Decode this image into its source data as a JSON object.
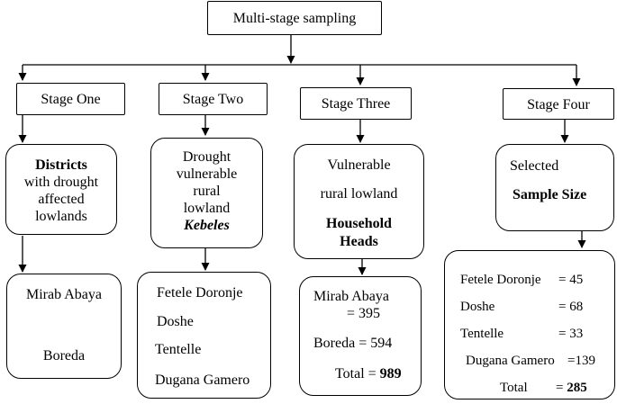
{
  "title": "Multi-stage sampling",
  "stages": [
    {
      "label": "Stage One",
      "detail_lines": [
        "Districts",
        "with drought",
        "affected",
        "lowlands"
      ],
      "result_lines": [
        "Mirab Abaya",
        "Boreda"
      ]
    },
    {
      "label": "Stage Two",
      "detail_lines": [
        "Drought",
        "vulnerable",
        "rural",
        "lowland",
        "Kebeles"
      ],
      "result_lines": [
        "Fetele Doronje",
        "Doshe",
        "Tentelle",
        "Dugana Gamero"
      ]
    },
    {
      "label": "Stage Three",
      "detail_lines": [
        "Vulnerable",
        "rural lowland",
        "Household",
        "Heads"
      ],
      "result_lines": [
        "Mirab Abaya",
        "= 395",
        "Boreda = 594",
        "Total = ",
        "989"
      ]
    },
    {
      "label": "Stage Four",
      "detail_lines": [
        "Selected",
        "Sample Size"
      ],
      "result_rows": [
        {
          "name": "Fetele  Doronje",
          "value": "= 45"
        },
        {
          "name": "Doshe",
          "value": "= 68"
        },
        {
          "name": "Tentelle",
          "value": "= 33"
        },
        {
          "name": "Dugana Gamero",
          "value": "=139"
        },
        {
          "name": "Total",
          "value": "= ",
          "value_bold": "285"
        }
      ]
    }
  ]
}
